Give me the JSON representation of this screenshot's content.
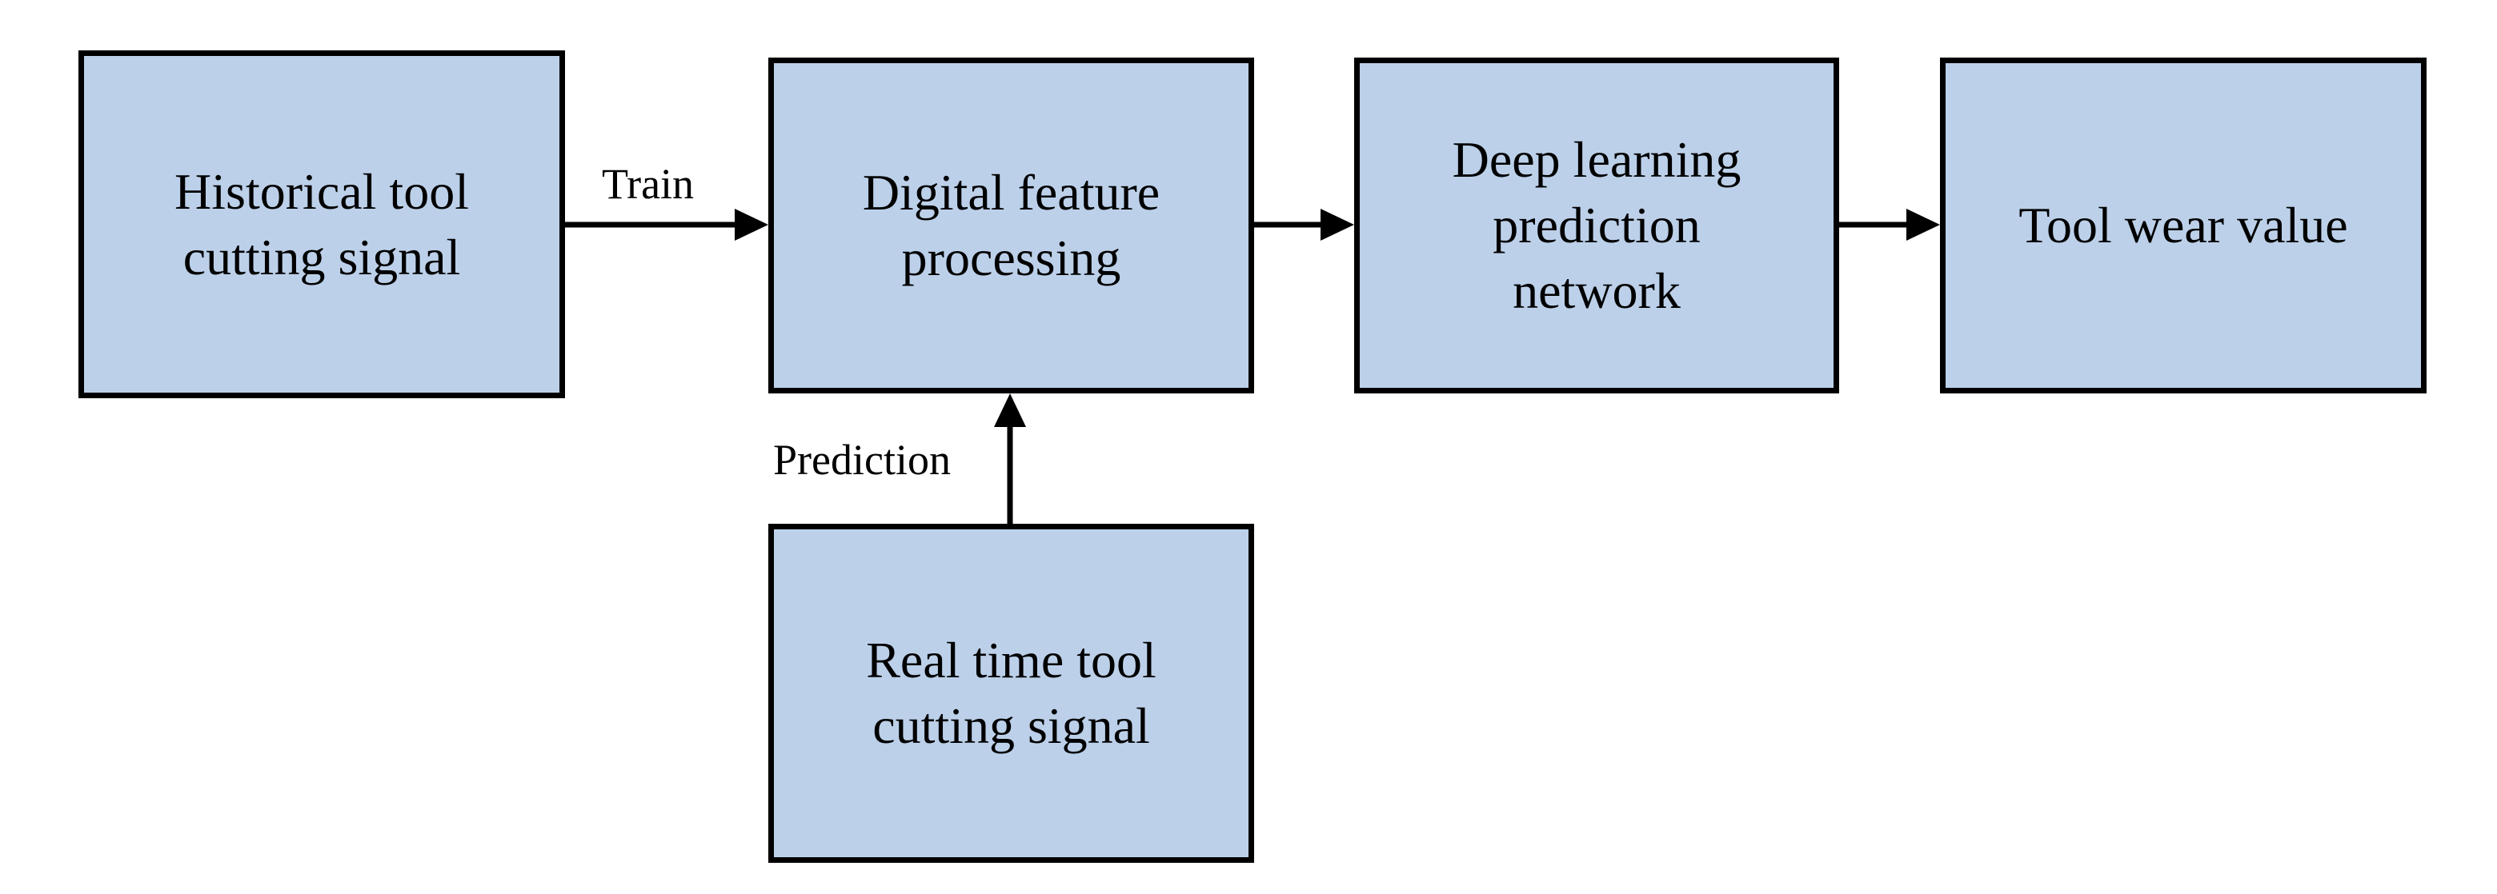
{
  "nodes": {
    "historical": "Historical tool\ncutting signal",
    "digital": "Digital feature\nprocessing",
    "deep": "Deep learning\nprediction\nnetwork",
    "tool_wear": "Tool wear value",
    "real_time": "Real time tool\ncutting signal"
  },
  "edges": {
    "train_label": "Train",
    "prediction_label": "Prediction"
  },
  "colors": {
    "box_fill": "#bcd0e9",
    "stroke": "#000000"
  }
}
